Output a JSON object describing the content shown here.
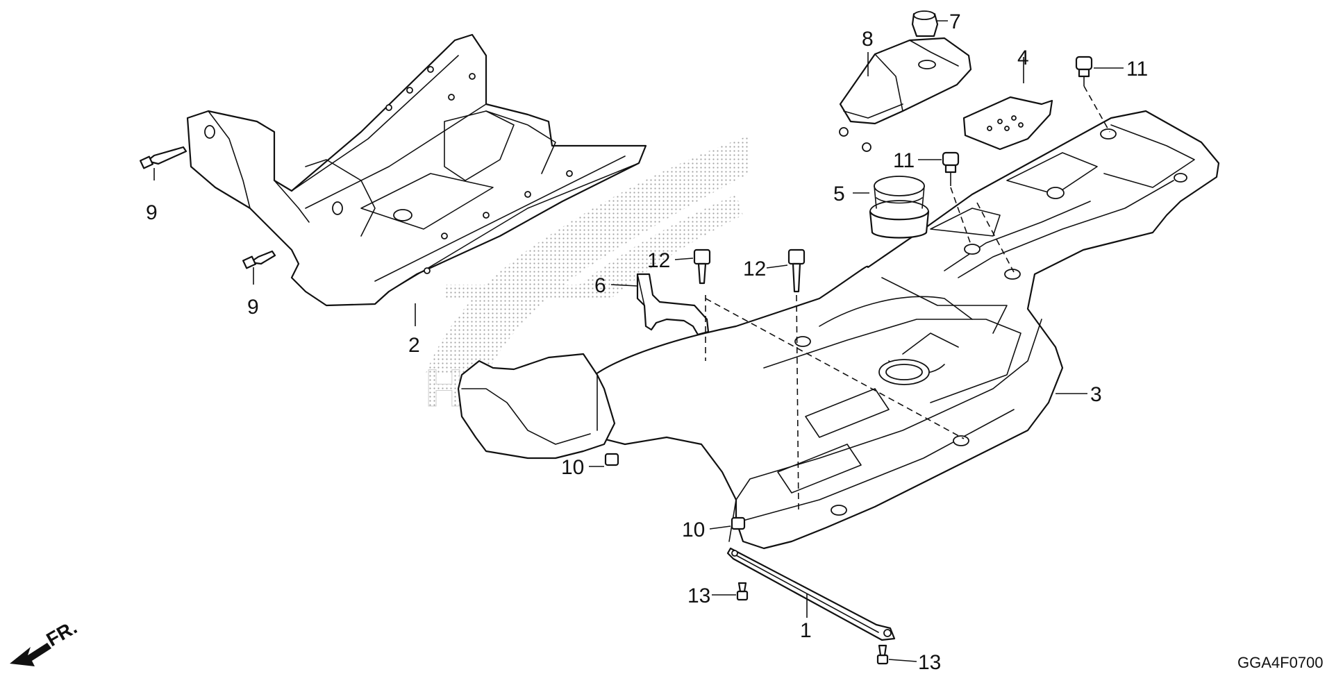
{
  "diagram": {
    "watermark_text": "HONDA",
    "front_indicator": "FR.",
    "drawing_code": "GGA4F0700",
    "callouts": [
      "1",
      "2",
      "3",
      "4",
      "5",
      "6",
      "7",
      "8",
      "9",
      "9",
      "10",
      "10",
      "11",
      "11",
      "12",
      "12",
      "13",
      "13"
    ]
  }
}
